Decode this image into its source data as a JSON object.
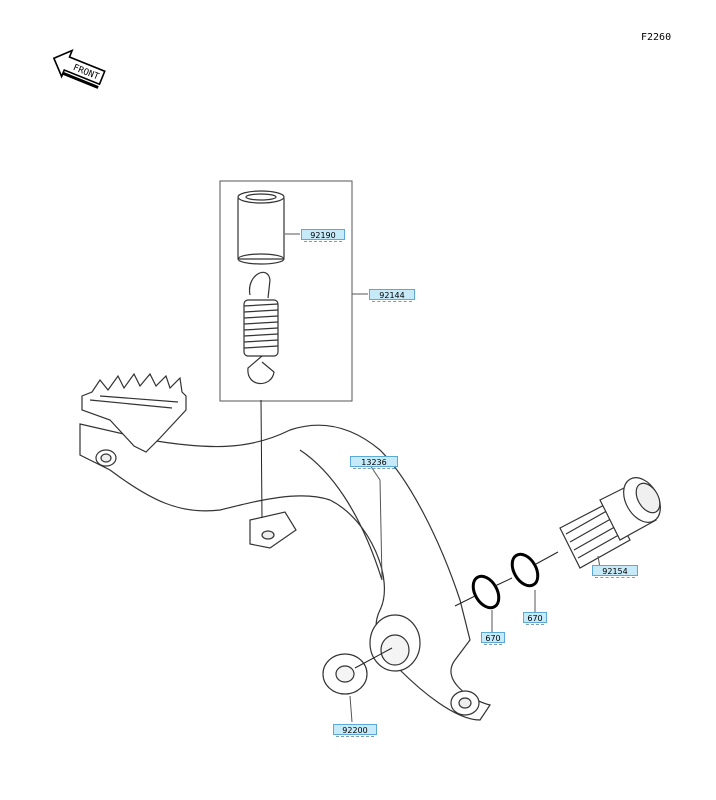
{
  "figure_code": "F2260",
  "front_label": "FRONT",
  "parts": {
    "spacer": "92190",
    "spring": "92144",
    "brake_pedal": "13236",
    "pivot_bolt": "92154",
    "oring_a": "670",
    "oring_b": "670",
    "washer": "92200"
  }
}
